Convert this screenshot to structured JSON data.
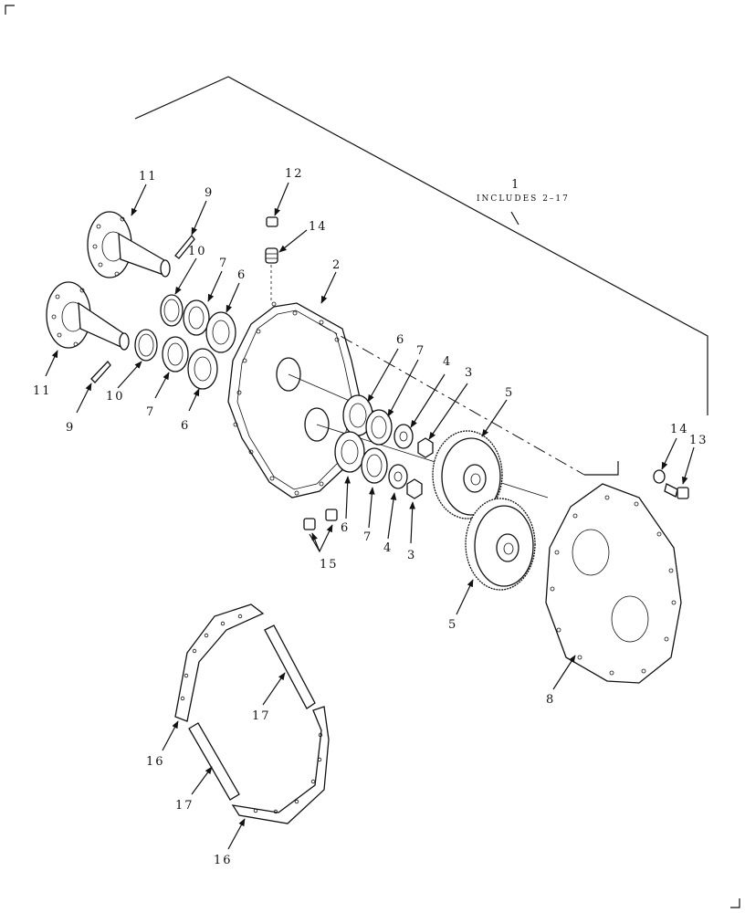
{
  "diagram": {
    "callouts": {
      "c1": "1",
      "c1_note": "INCLUDES 2–17",
      "c2": "2",
      "c3a": "3",
      "c3b": "3",
      "c4a": "4",
      "c4b": "4",
      "c5a": "5",
      "c5b": "5",
      "c6a": "6",
      "c6b": "6",
      "c6c": "6",
      "c6d": "6",
      "c7a": "7",
      "c7b": "7",
      "c7c": "7",
      "c7d": "7",
      "c8": "8",
      "c9a": "9",
      "c9b": "9",
      "c10a": "10",
      "c10b": "10",
      "c11a": "11",
      "c11b": "11",
      "c12": "12",
      "c13": "13",
      "c14a": "14",
      "c14b": "14",
      "c15": "15",
      "c16a": "16",
      "c16b": "16",
      "c17a": "17",
      "c17b": "17"
    }
  }
}
